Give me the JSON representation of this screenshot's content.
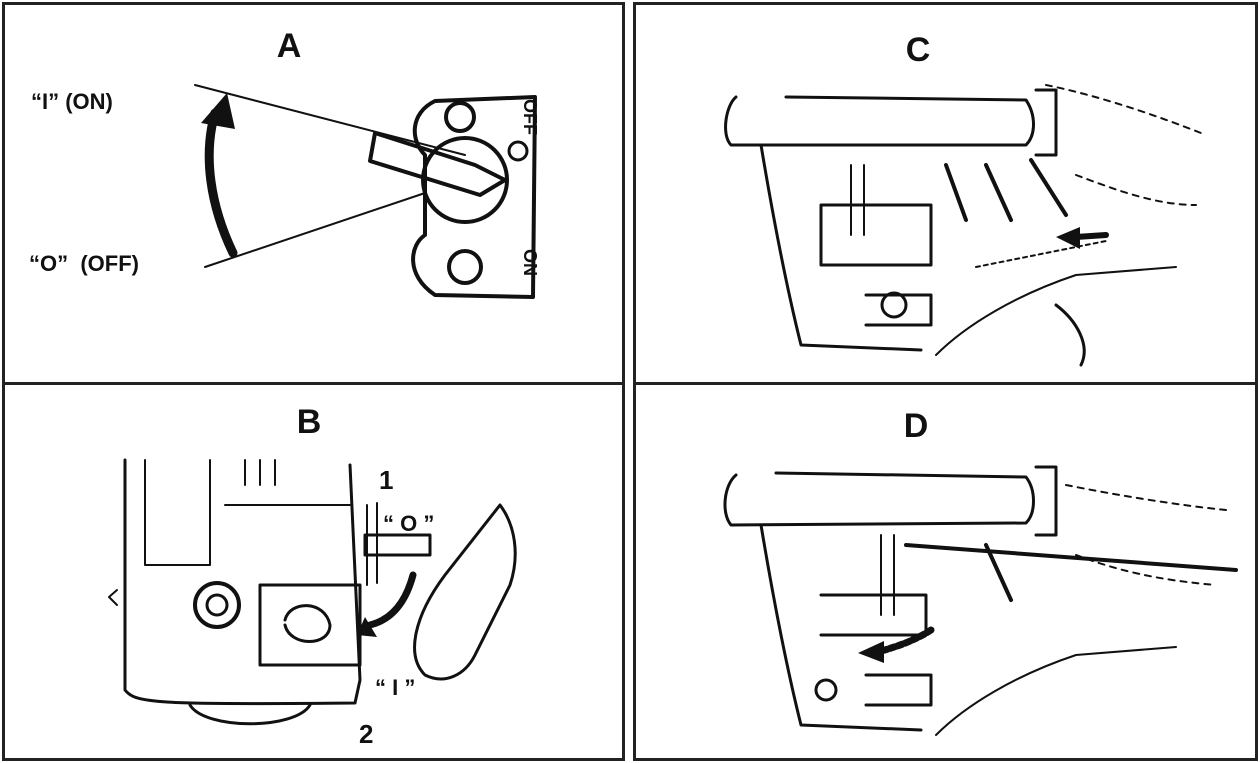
{
  "panels": {
    "a": {
      "title": "A",
      "label_on": "“I” (ON)",
      "label_off": "“O”  (OFF)",
      "switch_off": "OFF",
      "switch_on": "ON"
    },
    "b": {
      "title": "B",
      "callout_1": "1",
      "callout_2": "2",
      "label_o": "“ O ”",
      "label_i": "“ I ”"
    },
    "c": {
      "title": "C"
    },
    "d": {
      "title": "D"
    }
  }
}
